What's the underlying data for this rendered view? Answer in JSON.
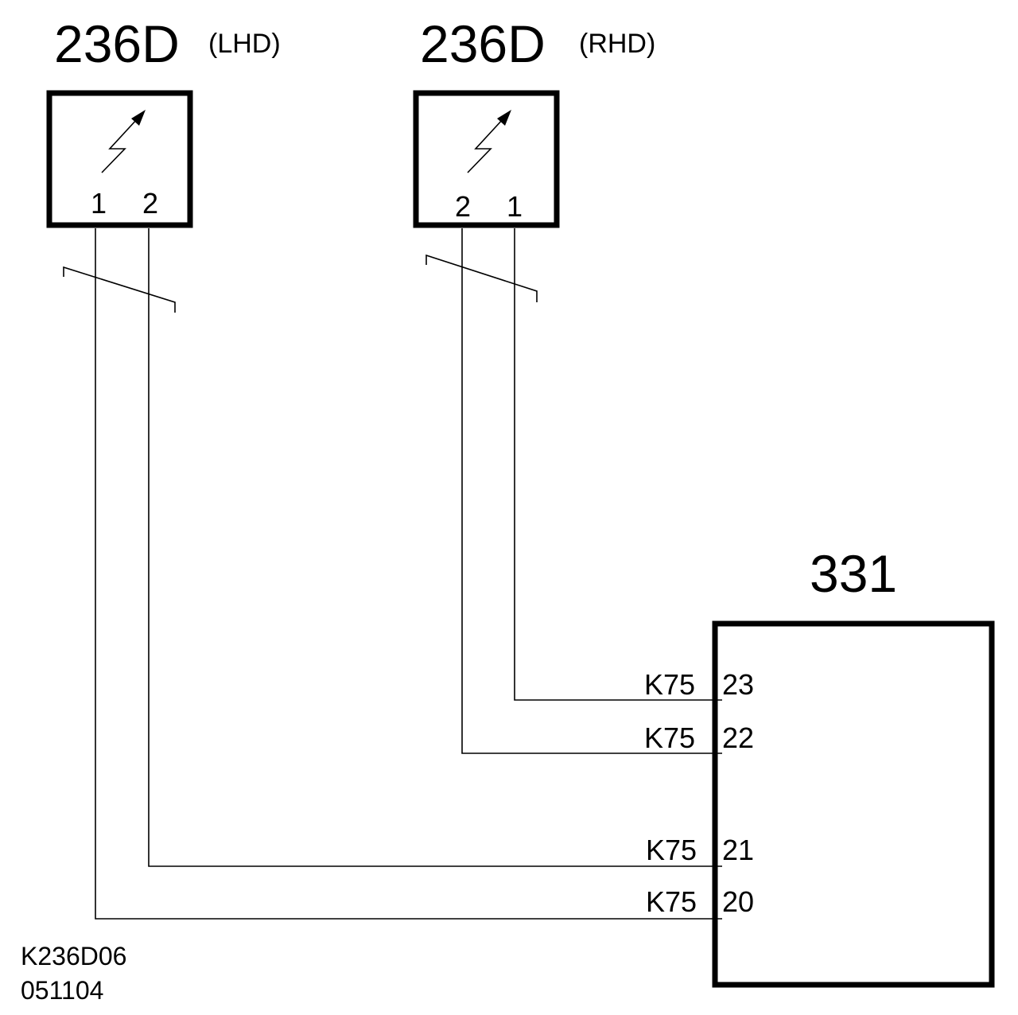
{
  "components": {
    "left": {
      "id": "236D",
      "variant": "(LHD)",
      "pin_a": "1",
      "pin_b": "2"
    },
    "right": {
      "id": "236D",
      "variant": "(RHD)",
      "pin_a": "2",
      "pin_b": "1"
    },
    "module": {
      "id": "331"
    }
  },
  "terminals": [
    {
      "connector": "K75",
      "pin": "23"
    },
    {
      "connector": "K75",
      "pin": "22"
    },
    {
      "connector": "K75",
      "pin": "21"
    },
    {
      "connector": "K75",
      "pin": "20"
    }
  ],
  "footer": {
    "code": "K236D06",
    "date": "051104"
  }
}
